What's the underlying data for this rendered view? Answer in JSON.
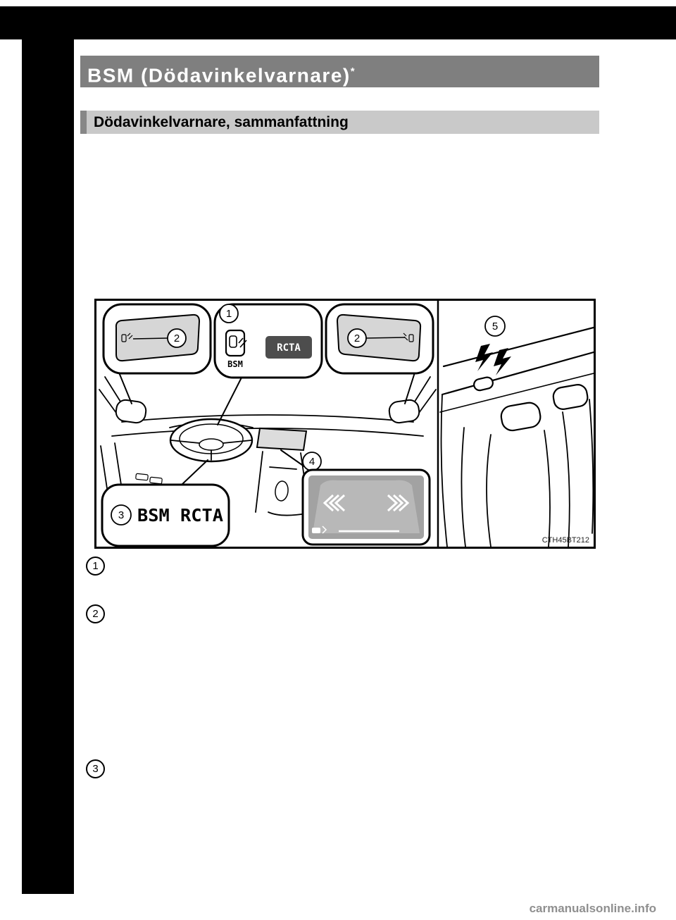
{
  "page": {
    "title": "BSM (Dödavinkelvarnare)",
    "title_note": "*",
    "section_heading": "Dödavinkelvarnare, sammanfattning",
    "watermark": "carmanualsonline.info"
  },
  "diagram": {
    "figure_code": "CTH45BT212",
    "cluster": {
      "bsm_label": "BSM",
      "rcta_button": "RCTA"
    },
    "display_message": "BSM RCTA",
    "callouts": {
      "c1": "1",
      "c2": "2",
      "c3": "3",
      "c4": "4",
      "c5": "5"
    }
  },
  "list": {
    "m1": "1",
    "m2": "2",
    "m3": "3"
  },
  "colors": {
    "header_bg": "#7f7f7f",
    "subheader_bg": "#c9c9c9",
    "rcta_bg": "#4d4d4d",
    "display_bg": "#a2a2a2",
    "mirror_glass": "#d6d6d6"
  }
}
